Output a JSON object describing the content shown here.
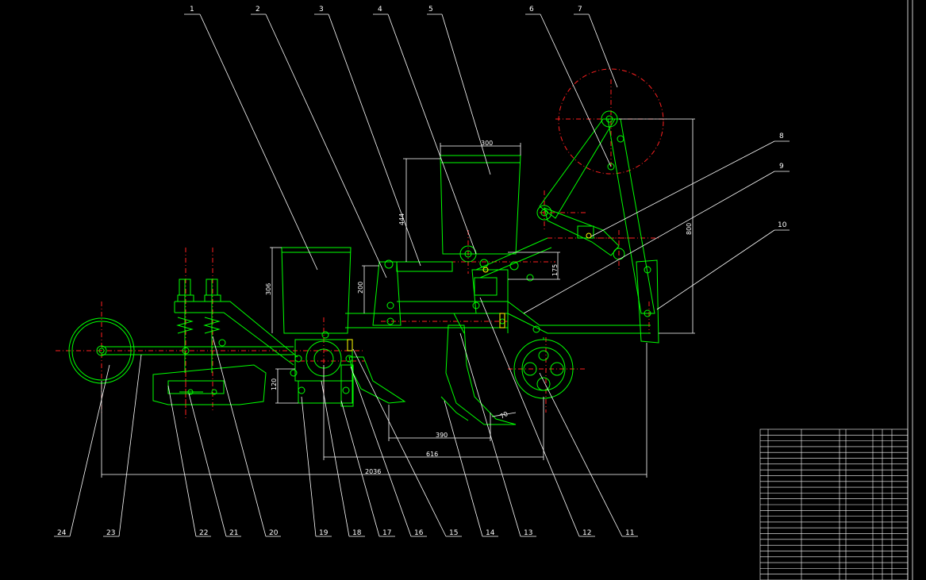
{
  "part_numbers": [
    "1",
    "2",
    "3",
    "4",
    "5",
    "6",
    "7",
    "8",
    "9",
    "10",
    "11",
    "12",
    "13",
    "14",
    "15",
    "16",
    "17",
    "18",
    "19",
    "20",
    "21",
    "22",
    "23",
    "24"
  ],
  "dimensions": {
    "d300": "300",
    "d444": "444",
    "d175": "175",
    "d800": "800",
    "d306": "306",
    "d200": "200",
    "d120": "120",
    "d390": "390",
    "d616": "616",
    "d2036": "2036",
    "d70": "70"
  },
  "colors": {
    "background": "#000000",
    "geometry": "#00ff00",
    "centerline": "#ff2020",
    "dimension": "#ffffff",
    "highlight": "#ffff00"
  }
}
